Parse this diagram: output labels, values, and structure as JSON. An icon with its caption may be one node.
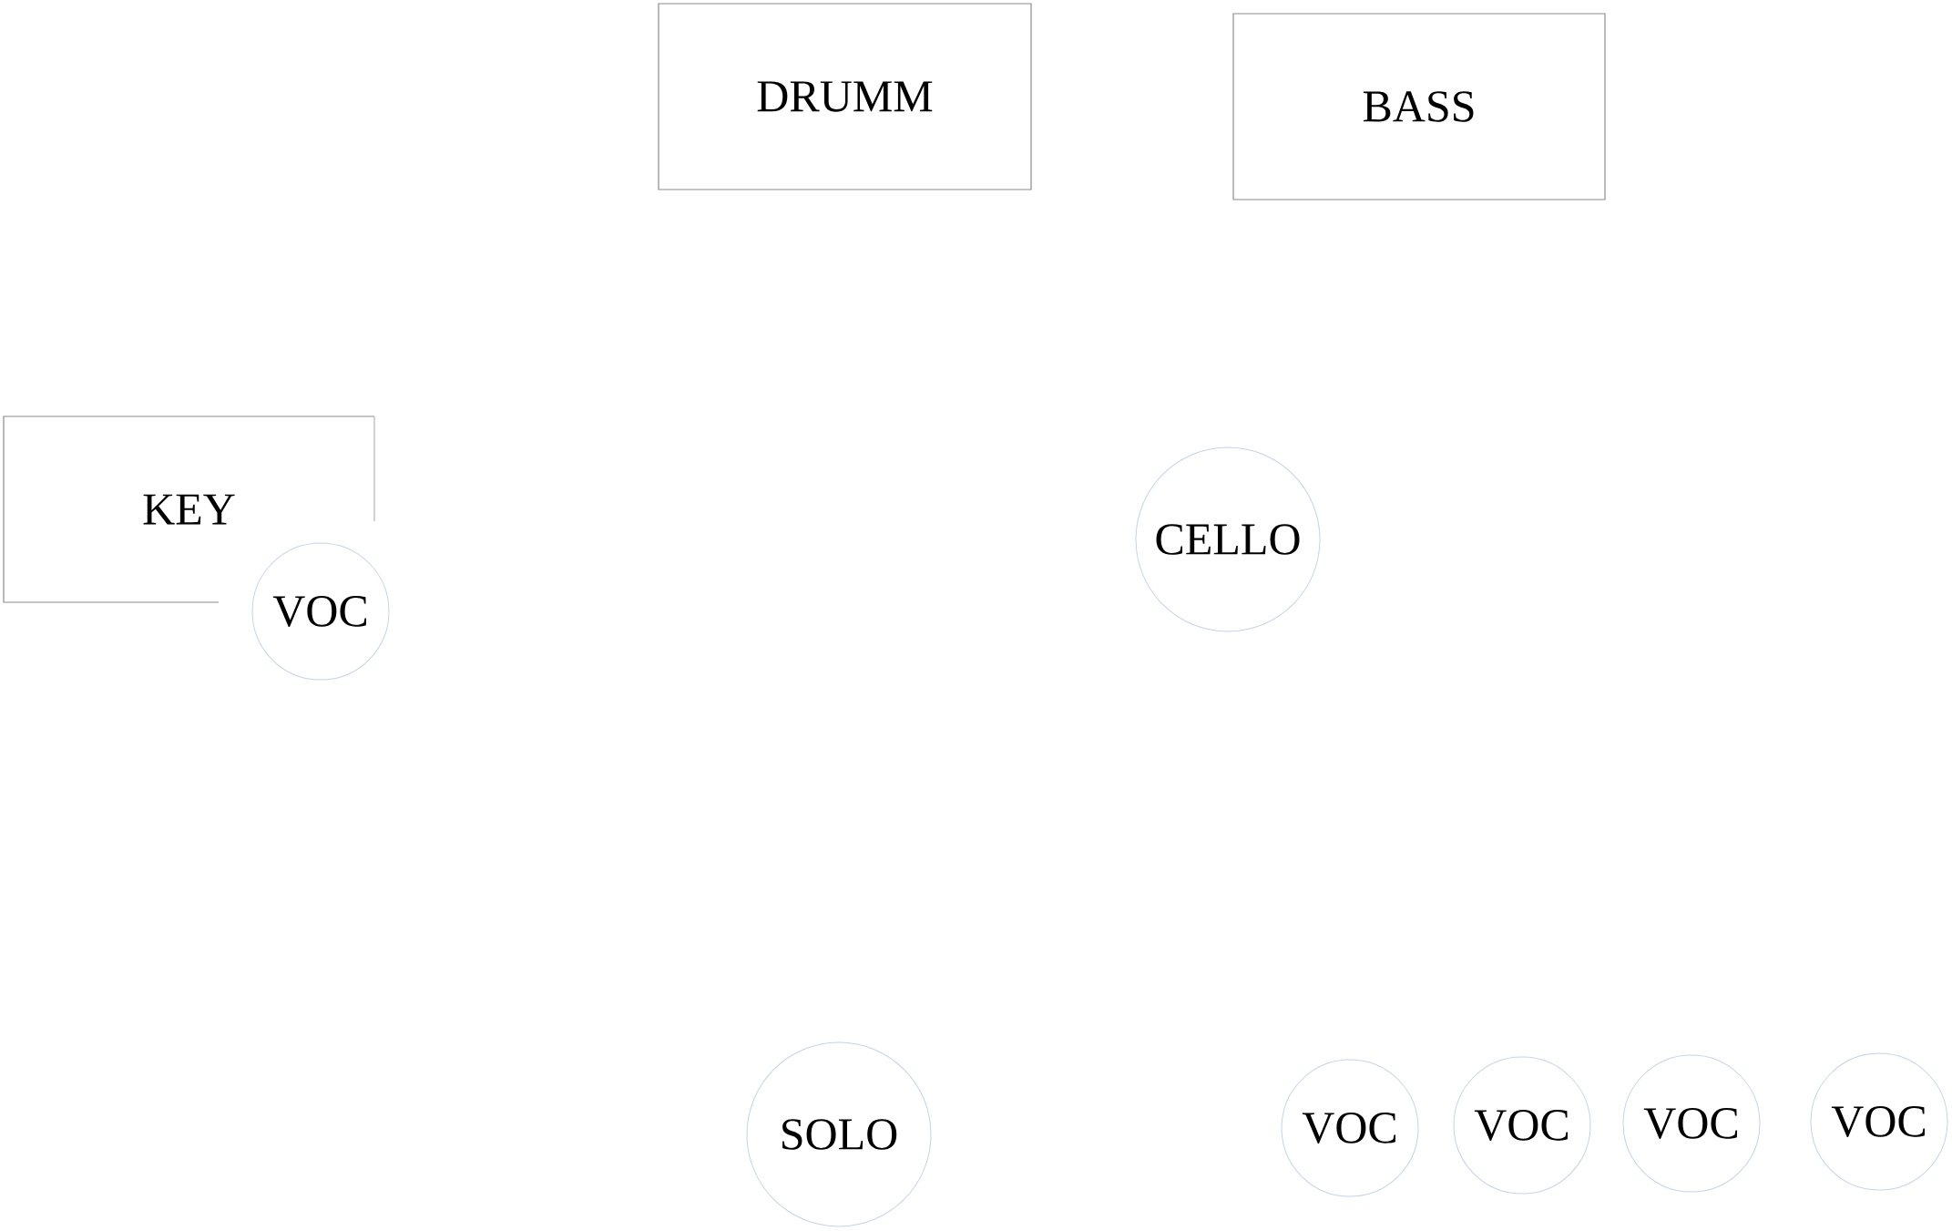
{
  "diagram": {
    "nodes": [
      {
        "text": [
          "DRUMM"
        ]
      },
      {
        "text": [
          "BASS"
        ]
      },
      {
        "text": [
          "KEY"
        ]
      },
      {
        "text": [
          "VOC"
        ]
      },
      {
        "text": [
          "CELLO"
        ]
      },
      {
        "text": [
          "SOLO"
        ]
      },
      {
        "text": [
          "VOC"
        ]
      },
      {
        "text": [
          "VOC"
        ]
      },
      {
        "text": [
          "VOC"
        ]
      },
      {
        "text": [
          "VOC"
        ]
      }
    ]
  }
}
